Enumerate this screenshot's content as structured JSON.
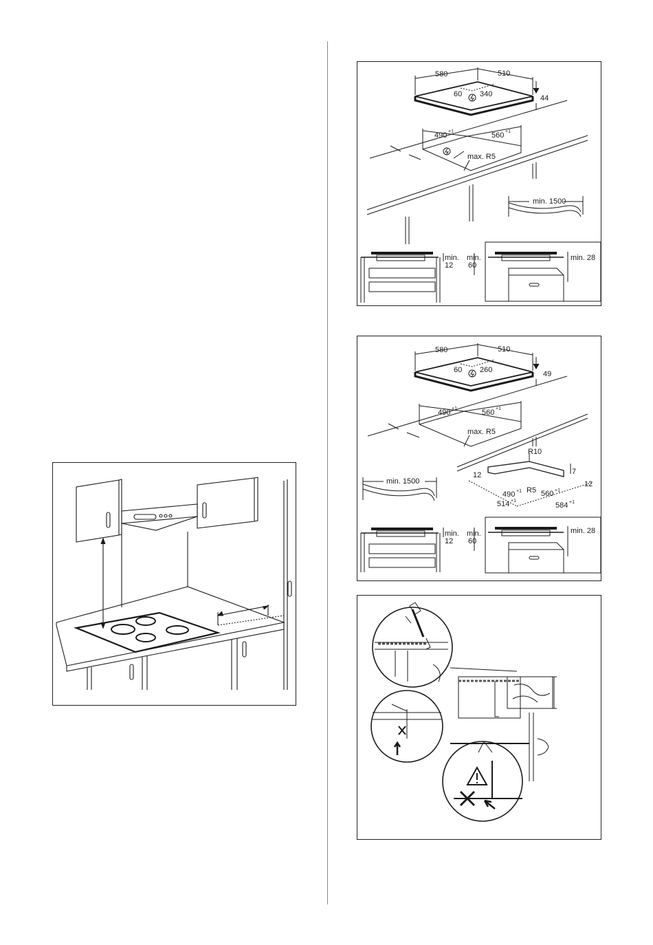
{
  "hob_diagram_1": {
    "width": "580",
    "depth": "510",
    "power_offset": "60",
    "power_depth": "340",
    "height": "44",
    "cutout_depth": "490",
    "cutout_depth_tol": "+1",
    "cutout_width": "560",
    "cutout_width_tol": "+1",
    "corner_radius": "max. R5",
    "cable_length": "min. 1500",
    "clearance_min_label": "min.",
    "clearance_12": "12",
    "clearance_60": "60",
    "clearance_28": "min. 28"
  },
  "hob_diagram_2": {
    "width": "580",
    "depth": "510",
    "power_offset": "60",
    "power_depth": "260",
    "height": "49",
    "cutout_depth": "490",
    "cutout_depth_tol": "+1",
    "cutout_width": "560",
    "cutout_width_tol": "+1",
    "corner_radius": "max. R5",
    "cable_length": "min. 1500",
    "frame_r10": "R10",
    "frame_r5": "R5",
    "frame_7": "7",
    "frame_12_left": "12",
    "frame_12_right": "12",
    "frame_490": "490",
    "frame_490_tol": "+1",
    "frame_560": "560",
    "frame_560_tol": "+1",
    "frame_514": "514",
    "frame_514_tol": "+1",
    "frame_584": "584",
    "frame_584_tol": "+1",
    "clearance_min_label": "min.",
    "clearance_12": "12",
    "clearance_60": "60",
    "clearance_28": "min. 28"
  },
  "icons": {
    "power": "power-connection-icon",
    "warning": "warning-triangle-icon",
    "forbidden": "cross-icon",
    "sealant": "sealant-gun-icon"
  },
  "colors": {
    "line": "#1a1a1a",
    "hatch": "#555555",
    "divider": "#8a8a8a"
  }
}
